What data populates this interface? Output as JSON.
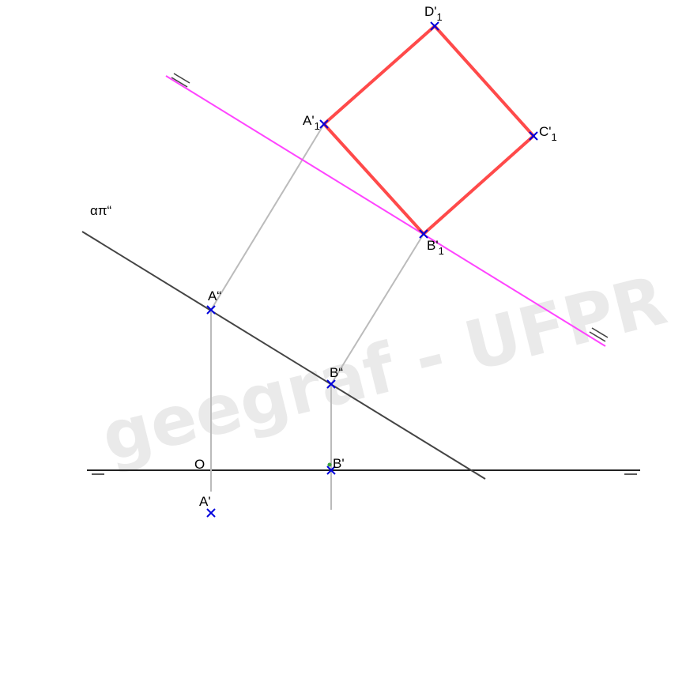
{
  "watermark": "geegraf - UFPR",
  "labels": {
    "alpha_trace": "απ“",
    "origin": "O",
    "a_front": "A“",
    "b_front": "B“",
    "a_top": "A'",
    "b_top": "B'",
    "a1_main": "A'",
    "a1_sub": "1",
    "b1_main": "B'",
    "b1_sub": "1",
    "c1_main": "C'",
    "c1_sub": "1",
    "d1_main": "D'",
    "d1_sub": "1"
  },
  "colors": {
    "ground_line": "#222222",
    "plane_trace": "#444444",
    "projection_lines": "#bbbbbb",
    "new_ground_line": "#ff44ff",
    "square": "#ff4a4a",
    "points": "#0000dd",
    "small_point": "#3ca03c"
  }
}
